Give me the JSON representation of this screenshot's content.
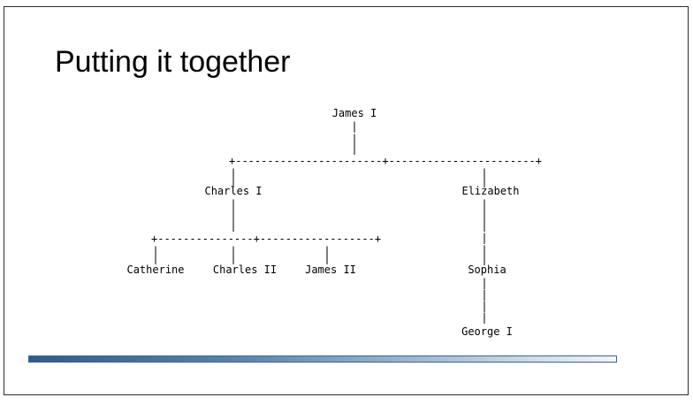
{
  "title": "Putting it together",
  "tree": {
    "root": "James I",
    "generation2": [
      "Charles I",
      "Elizabeth"
    ],
    "generation3": [
      "Catherine",
      "Charles II",
      "James II",
      "Sophia"
    ],
    "generation4": [
      "George I"
    ]
  },
  "ascii": {
    "junction": "+",
    "vertical": "|",
    "dash": "-"
  },
  "colors": {
    "bar_dark": "#2f5b8c",
    "bar_light": "#f3f6fa",
    "border": "#2b2b2b"
  }
}
